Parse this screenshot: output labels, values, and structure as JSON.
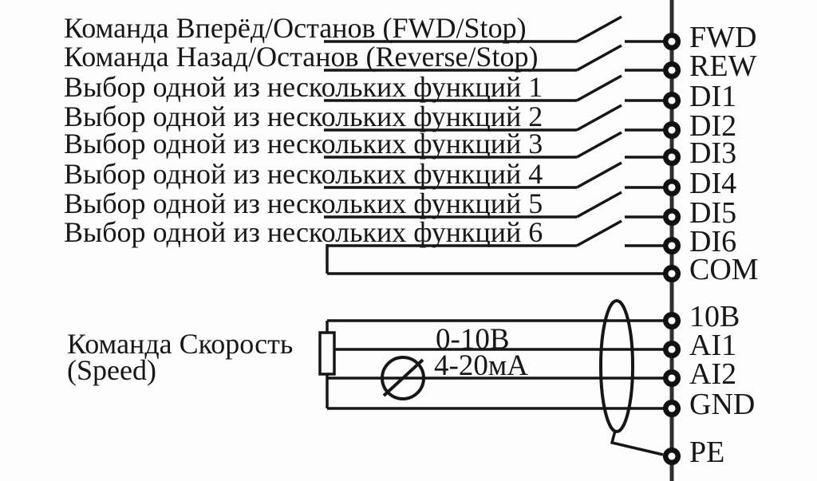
{
  "colors": {
    "background": "#fdfdfd",
    "ink": "#171717",
    "line": "#161616",
    "bus_line": "#2f2f2f"
  },
  "digital_rows": [
    {
      "label": "Команда Вперёд/Останов (FWD/Stop)",
      "terminal": "FWD"
    },
    {
      "label": "Команда Назад/Останов (Reverse/Stop)",
      "terminal": "REW"
    },
    {
      "label": "Выбор одной из нескольких функций 1",
      "terminal": "DI1"
    },
    {
      "label": "Выбор одной из нескольких функций 2",
      "terminal": "DI2"
    },
    {
      "label": "Выбор одной из нескольких функций 3",
      "terminal": "DI3"
    },
    {
      "label": "Выбор одной из нескольких функций 4",
      "terminal": "DI4"
    },
    {
      "label": "Выбор одной из нескольких функций 5",
      "terminal": "DI5"
    },
    {
      "label": "Выбор одной из нескольких функций 6",
      "terminal": "DI6"
    }
  ],
  "common": {
    "terminal": "COM"
  },
  "analog": {
    "label_line1": "Команда Скорость",
    "label_line2": "(Speed)",
    "voltage_range": "0-10В",
    "current_range": "4-20мА",
    "terminals": [
      {
        "name": "10B"
      },
      {
        "name": "AI1"
      },
      {
        "name": "AI2"
      },
      {
        "name": "GND"
      }
    ],
    "earth_terminal": "PE"
  }
}
